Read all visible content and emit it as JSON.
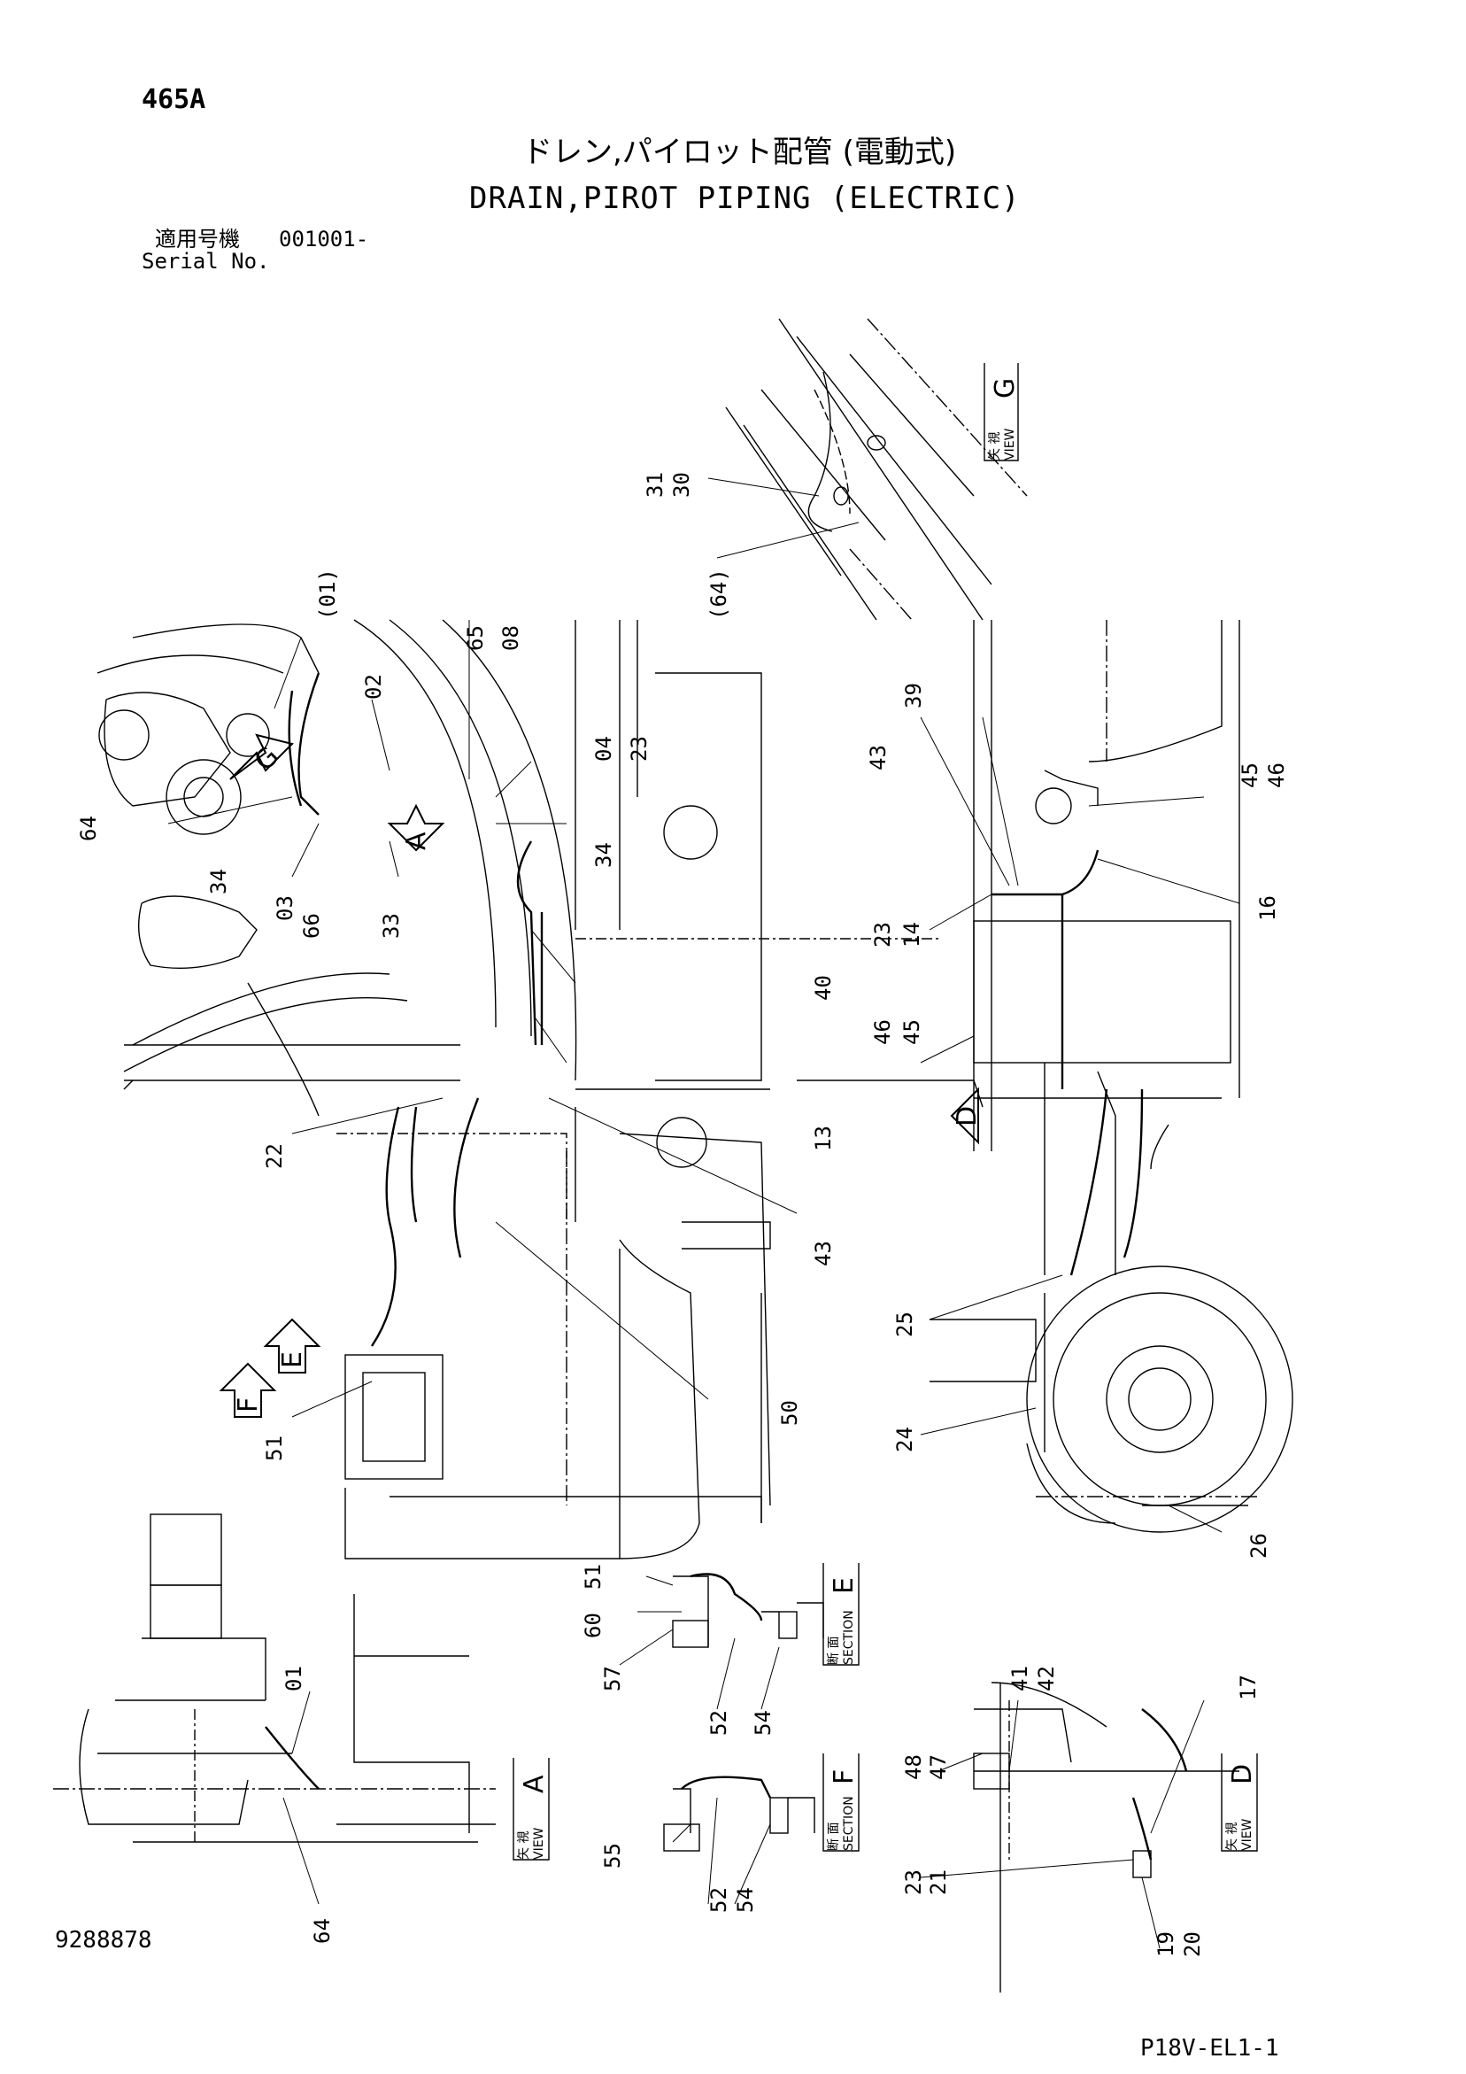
{
  "header": {
    "page_number": "465A",
    "title_jp": "ドレン,パイロット配管 (電動式)",
    "title_en": "DRAIN,PIROT PIPING (ELECTRIC)",
    "serial_label_jp": "適用号機",
    "serial_label_en": "Serial No.",
    "serial_range": "001001-"
  },
  "footer": {
    "drawing_number": "9288878",
    "page_code": "P18V-EL1-1"
  },
  "view_boxes": [
    {
      "kind_jp": "矢 視",
      "kind_en": "VIEW",
      "letter": "G"
    },
    {
      "kind_jp": "断 面",
      "kind_en": "SECTION",
      "letter": "E"
    },
    {
      "kind_jp": "矢 視",
      "kind_en": "VIEW",
      "letter": "A"
    },
    {
      "kind_jp": "断 面",
      "kind_en": "SECTION",
      "letter": "F"
    },
    {
      "kind_jp": "矢 視",
      "kind_en": "VIEW",
      "letter": "D"
    }
  ],
  "view_arrows": [
    "G",
    "A",
    "E",
    "F",
    "D"
  ],
  "part_labels": [
    "31",
    "30",
    "(64)",
    "(01)",
    "02",
    "65",
    "08",
    "04",
    "23",
    "64",
    "34",
    "03",
    "66",
    "33",
    "34",
    "40",
    "13",
    "43",
    "22",
    "50",
    "51",
    "39",
    "43",
    "45",
    "46",
    "16",
    "23",
    "14",
    "46",
    "45",
    "25",
    "24",
    "26",
    "51",
    "60",
    "57",
    "52",
    "54",
    "01",
    "64",
    "41",
    "42",
    "17",
    "48",
    "47",
    "55",
    "52",
    "54",
    "23",
    "21",
    "19",
    "20"
  ]
}
